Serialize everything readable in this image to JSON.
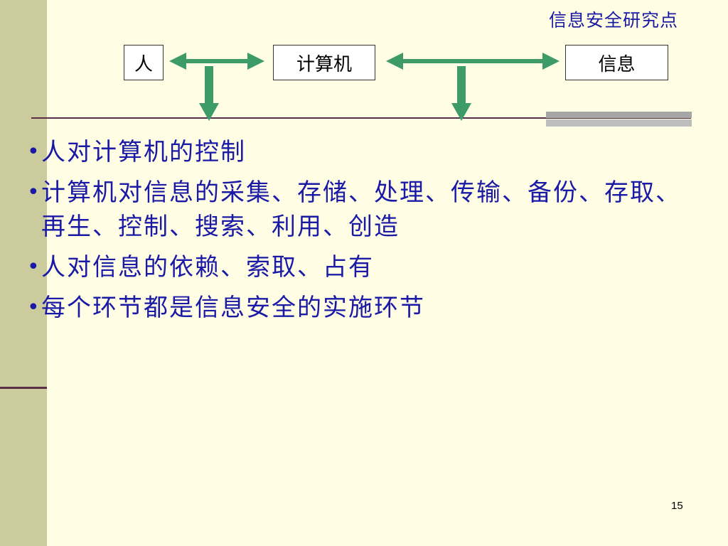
{
  "header": {
    "title": "信息安全研究点"
  },
  "diagram": {
    "nodes": {
      "person": "人",
      "computer": "计算机",
      "information": "信息"
    },
    "arrow_color": "#3C9B66"
  },
  "bullets": [
    "人对计算机的控制",
    "计算机对信息的采集、存储、处理、传输、备份、存取、再生、控制、搜索、利用、创造",
    "人对信息的依赖、索取、占有",
    "每个环节都是信息安全的实施环节"
  ],
  "bullet_symbol": "•",
  "footer": {
    "page_number": "15"
  },
  "colors": {
    "background": "#FFFDE3",
    "left_band": "#CCCB9D",
    "rule": "#5B2D46",
    "text_blue": "#1A1AA6"
  }
}
